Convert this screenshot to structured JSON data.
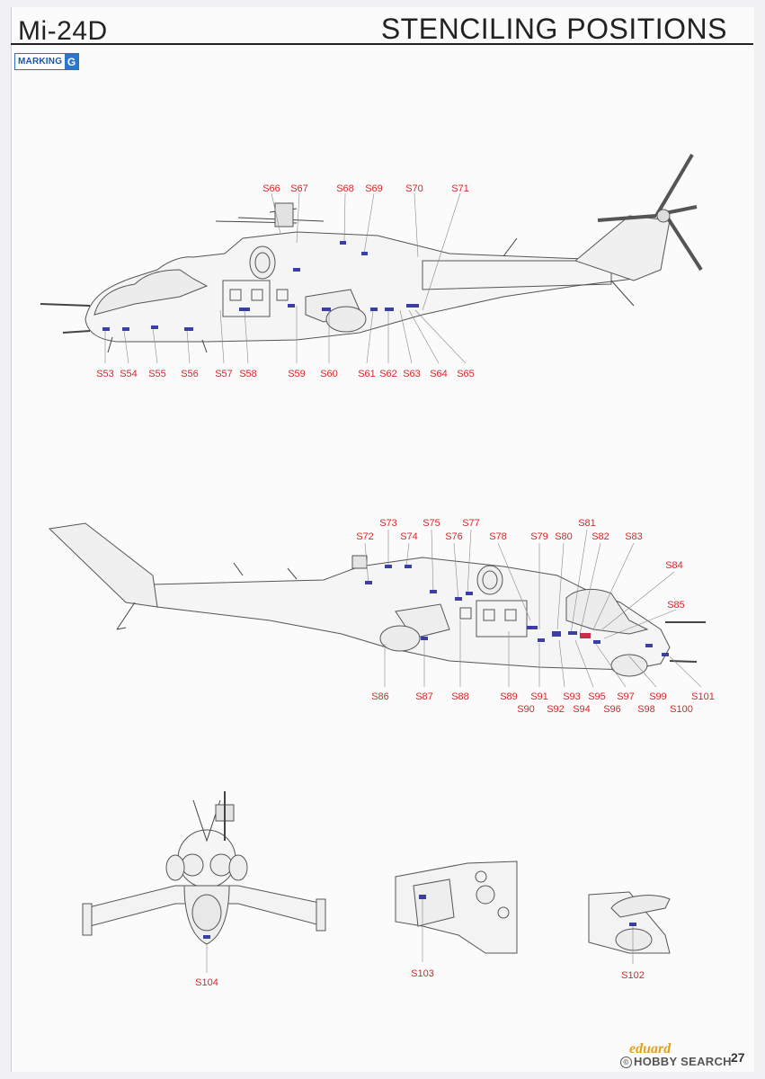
{
  "header": {
    "model": "Mi-24D",
    "title": "STENCILING POSITIONS"
  },
  "marking": {
    "label": "MARKING",
    "letter": "G"
  },
  "views": {
    "left_side": {
      "top_labels": [
        "S66",
        "S67",
        "S68",
        "S69",
        "S70",
        "S71"
      ],
      "bottom_labels": [
        "S53",
        "S54",
        "S55",
        "S56",
        "S57",
        "S58",
        "S59",
        "S60",
        "S61",
        "S62",
        "S63",
        "S64",
        "S65"
      ]
    },
    "right_side": {
      "top_labels": [
        "S72",
        "S73",
        "S74",
        "S75",
        "S76",
        "S77",
        "S78",
        "S79",
        "S80",
        "S81",
        "S82",
        "S83",
        "S84",
        "S85"
      ],
      "bottom_labels": [
        "S86",
        "S87",
        "S88",
        "S89",
        "S90",
        "S91",
        "S92",
        "S93",
        "S94",
        "S95",
        "S96",
        "S97",
        "S98",
        "S99",
        "S100",
        "S101"
      ]
    },
    "details": {
      "front_view_label": "S104",
      "side_detail_label": "S103",
      "nose_detail_label": "S102"
    }
  },
  "footer": {
    "brand": "eduard",
    "watermark": "HOBBY SEARCH",
    "page_number": "27"
  }
}
